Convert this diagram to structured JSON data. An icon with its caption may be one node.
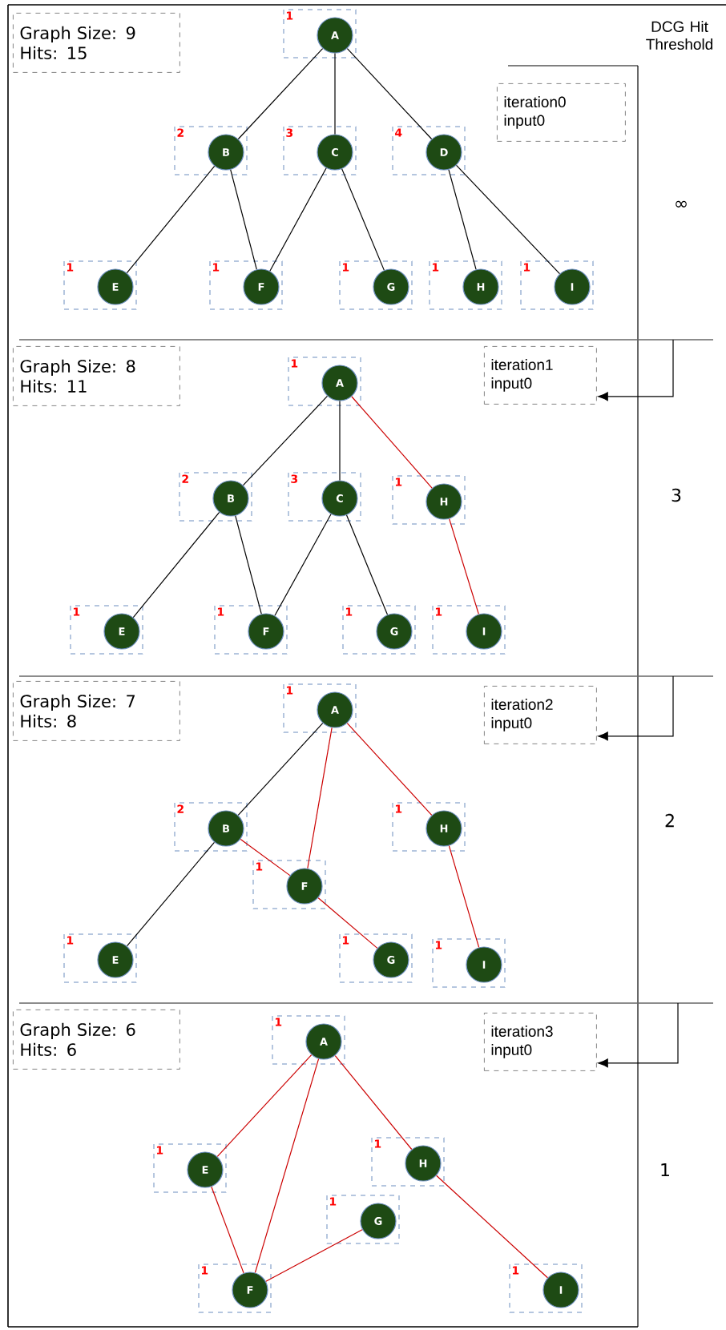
{
  "diagram": {
    "nodes": [
      {
        "text": [
          "Graph Size: 9",
          "Hits: 15"
        ]
      },
      {
        "text": [
          "iteration0",
          "input0"
        ]
      },
      {
        "text": [
          "1",
          "A"
        ]
      },
      {
        "text": [
          "2",
          "B"
        ]
      },
      {
        "text": [
          "3",
          "C"
        ]
      },
      {
        "text": [
          "4",
          "D"
        ]
      },
      {
        "text": [
          "1",
          "E"
        ]
      },
      {
        "text": [
          "1",
          "F"
        ]
      },
      {
        "text": [
          "1",
          "G"
        ]
      },
      {
        "text": [
          "1",
          "H"
        ]
      },
      {
        "text": [
          "1",
          "I"
        ]
      },
      {
        "text": [
          "Graph Size: 8",
          "Hits: 11"
        ]
      },
      {
        "text": [
          "iteration1",
          "input0"
        ]
      },
      {
        "text": [
          "1",
          "A"
        ]
      },
      {
        "text": [
          "2",
          "B"
        ]
      },
      {
        "text": [
          "3",
          "C"
        ]
      },
      {
        "text": [
          "1",
          "H"
        ]
      },
      {
        "text": [
          "1",
          "E"
        ]
      },
      {
        "text": [
          "1",
          "F"
        ]
      },
      {
        "text": [
          "1",
          "G"
        ]
      },
      {
        "text": [
          "1",
          "I"
        ]
      },
      {
        "text": [
          "Graph Size: 7",
          "Hits: 8"
        ]
      },
      {
        "text": [
          "iteration2",
          "input0"
        ]
      },
      {
        "text": [
          "1",
          "A"
        ]
      },
      {
        "text": [
          "2",
          "B"
        ]
      },
      {
        "text": [
          "1",
          "H"
        ]
      },
      {
        "text": [
          "1",
          "F"
        ]
      },
      {
        "text": [
          "1",
          "E"
        ]
      },
      {
        "text": [
          "1",
          "G"
        ]
      },
      {
        "text": [
          "1",
          "I"
        ]
      },
      {
        "text": [
          "Graph Size: 6",
          "Hits: 6"
        ]
      },
      {
        "text": [
          "iteration3",
          "input0"
        ]
      },
      {
        "text": [
          "1",
          "A"
        ]
      },
      {
        "text": [
          "1",
          "E"
        ]
      },
      {
        "text": [
          "1",
          "H"
        ]
      },
      {
        "text": [
          "1",
          "G"
        ]
      },
      {
        "text": [
          "1",
          "F"
        ]
      },
      {
        "text": [
          "1",
          "I"
        ]
      }
    ],
    "edges": [
      {
        "from": 2,
        "to": 3,
        "arrow": "none"
      },
      {
        "from": 2,
        "to": 4,
        "arrow": "none"
      },
      {
        "from": 2,
        "to": 5,
        "arrow": "none"
      },
      {
        "from": 3,
        "to": 6,
        "arrow": "none"
      },
      {
        "from": 3,
        "to": 7,
        "arrow": "none"
      },
      {
        "from": 4,
        "to": 7,
        "arrow": "none"
      },
      {
        "from": 4,
        "to": 8,
        "arrow": "none"
      },
      {
        "from": 5,
        "to": 9,
        "arrow": "none"
      },
      {
        "from": 5,
        "to": 10,
        "arrow": "none"
      },
      {
        "from": null,
        "to": 12,
        "arrow": "to"
      },
      {
        "from": 13,
        "to": 14,
        "arrow": "none"
      },
      {
        "from": 13,
        "to": 15,
        "arrow": "none"
      },
      {
        "from": 13,
        "to": 16,
        "arrow": "none",
        "color": "#cc0000"
      },
      {
        "from": 14,
        "to": 17,
        "arrow": "none"
      },
      {
        "from": 14,
        "to": 18,
        "arrow": "none"
      },
      {
        "from": 15,
        "to": 18,
        "arrow": "none"
      },
      {
        "from": 15,
        "to": 19,
        "arrow": "none"
      },
      {
        "from": 16,
        "to": 20,
        "arrow": "none",
        "color": "#cc0000"
      },
      {
        "from": null,
        "to": 22,
        "arrow": "to"
      },
      {
        "from": 23,
        "to": 24,
        "arrow": "none"
      },
      {
        "from": 23,
        "to": 26,
        "arrow": "none",
        "color": "#cc0000"
      },
      {
        "from": 23,
        "to": 25,
        "arrow": "none",
        "color": "#cc0000"
      },
      {
        "from": 24,
        "to": 27,
        "arrow": "none"
      },
      {
        "from": 24,
        "to": 26,
        "arrow": "none",
        "color": "#cc0000"
      },
      {
        "from": 26,
        "to": 28,
        "arrow": "none",
        "color": "#cc0000"
      },
      {
        "from": 25,
        "to": 29,
        "arrow": "none",
        "color": "#cc0000"
      },
      {
        "from": null,
        "to": 31,
        "arrow": "to"
      },
      {
        "from": 32,
        "to": 33,
        "arrow": "none",
        "color": "#cc0000"
      },
      {
        "from": 32,
        "to": 36,
        "arrow": "none",
        "color": "#cc0000"
      },
      {
        "from": 32,
        "to": 34,
        "arrow": "none",
        "color": "#cc0000"
      },
      {
        "from": 33,
        "to": 36,
        "arrow": "none",
        "color": "#cc0000"
      },
      {
        "from": 35,
        "to": 36,
        "arrow": "none",
        "color": "#cc0000"
      },
      {
        "from": 34,
        "to": 37,
        "arrow": "none",
        "color": "#cc0000"
      }
    ],
    "labels": [
      "DCG Hit Threshold",
      "∞",
      "3",
      "2",
      "1"
    ]
  }
}
